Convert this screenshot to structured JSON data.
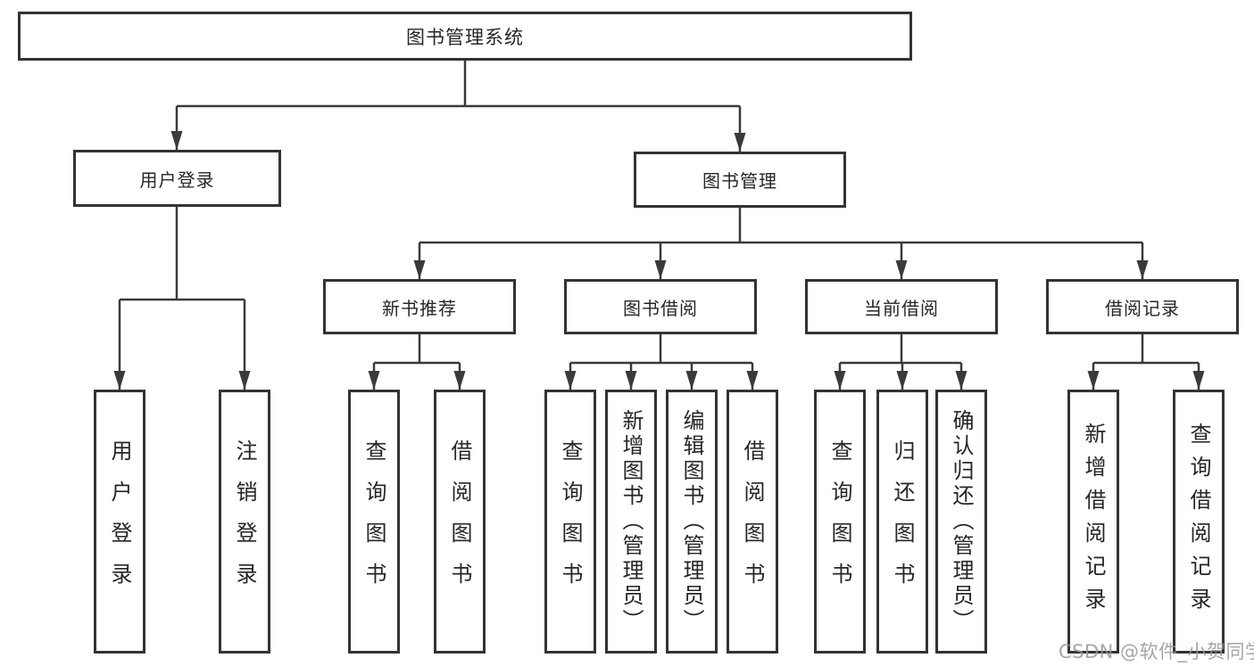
{
  "diagram": {
    "root": {
      "label": "图书管理系统"
    },
    "level2": [
      {
        "label": "用户登录"
      },
      {
        "label": "图书管理"
      }
    ],
    "level3": [
      {
        "label": "新书推荐"
      },
      {
        "label": "图书借阅"
      },
      {
        "label": "当前借阅"
      },
      {
        "label": "借阅记录"
      }
    ],
    "leaves": {
      "user_login": [
        {
          "label": "用户登录"
        },
        {
          "label": "注销登录"
        }
      ],
      "new_book": [
        {
          "label": "查询图书"
        },
        {
          "label": "借阅图书"
        }
      ],
      "book_borrow": [
        {
          "label": "查询图书"
        },
        {
          "label": "新增图书（管理员）"
        },
        {
          "label": "编辑图书（管理员）"
        },
        {
          "label": "借阅图书"
        }
      ],
      "current_borrow": [
        {
          "label": "查询图书"
        },
        {
          "label": "归还图书"
        },
        {
          "label": "确认归还（管理员）"
        }
      ],
      "borrow_records": [
        {
          "label": "新增借阅记录"
        },
        {
          "label": "查询借阅记录"
        }
      ]
    }
  },
  "watermark": "CSDN @软件_小贺同学",
  "colors": {
    "line": "#3a3a3a",
    "box_border": "#333333",
    "text": "#262626",
    "background": "#ffffff",
    "watermark": "#969696"
  }
}
